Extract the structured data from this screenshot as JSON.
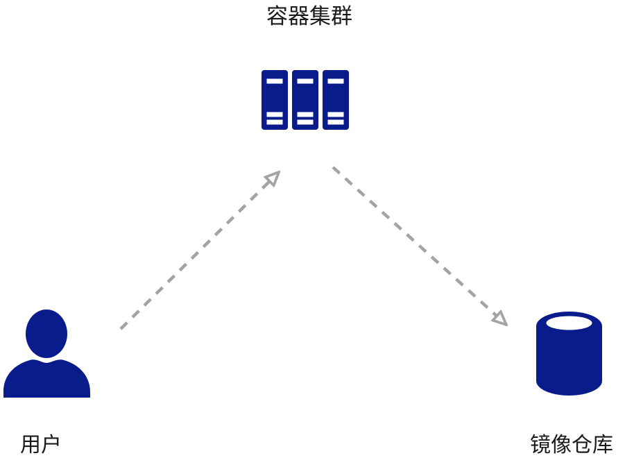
{
  "page": {
    "background": "#ffffff"
  },
  "colors": {
    "icon_blue": "#0a1c8c",
    "icon_inner_white": "#ffffff",
    "arrow_gray": "#a3a3a3",
    "text": "#1a1a1a"
  },
  "nodes": {
    "cluster": {
      "label": "容器集群",
      "icon": "server-rack-icon"
    },
    "user": {
      "label": "用户",
      "icon": "person-icon"
    },
    "registry": {
      "label": "镜像仓库",
      "icon": "database-cylinder-icon"
    }
  },
  "edges": [
    {
      "id": "user-to-cluster",
      "from": "用户",
      "to": "容器集群",
      "style": "dashed-open-arrow"
    },
    {
      "id": "cluster-to-registry",
      "from": "容器集群",
      "to": "镜像仓库",
      "style": "dashed-open-arrow"
    }
  ]
}
